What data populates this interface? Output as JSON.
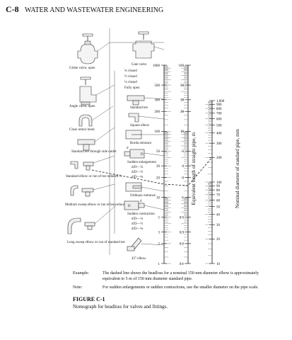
{
  "header": {
    "page": "C-8",
    "running_title": "WATER AND WASTEWATER ENGINEERING"
  },
  "fittings": [
    {
      "key": "globe",
      "label": "Globe valve, open"
    },
    {
      "key": "angle",
      "label": "Angle valve, open"
    },
    {
      "key": "close_return",
      "label": "Close return bend"
    },
    {
      "key": "std_tee_side",
      "label": "Standard tee through side outlet"
    },
    {
      "key": "std_elbow",
      "label": "Standard elbow or run of tee reduced ½"
    },
    {
      "key": "med_elbow",
      "label": "Medium sweep elbow or run of tee reduced ¼"
    },
    {
      "key": "long_elbow",
      "label": "Long sweep elbow or run of standard tee"
    }
  ],
  "right_fittings": [
    {
      "key": "gate",
      "label": "Gate valve"
    },
    {
      "key": "gate_34",
      "label": "¾ closed"
    },
    {
      "key": "gate_12",
      "label": "½ closed"
    },
    {
      "key": "gate_14",
      "label": "¼ closed"
    },
    {
      "key": "gate_open",
      "label": "Fully open"
    },
    {
      "key": "std_tee",
      "label": "Standard tee"
    },
    {
      "key": "square_elbow",
      "label": "Square elbow"
    },
    {
      "key": "borda",
      "label": "Borda entrance"
    },
    {
      "key": "enlargement",
      "label": "Sudden enlargement"
    },
    {
      "key": "enl_14",
      "label": "d/D—¼"
    },
    {
      "key": "enl_12",
      "label": "d/D—½"
    },
    {
      "key": "enl_34",
      "label": "d/D—¾"
    },
    {
      "key": "ordinary",
      "label": "Ordinary entrance"
    },
    {
      "key": "contraction",
      "label": "Sudden contraction"
    },
    {
      "key": "con_14",
      "label": "d/D—¼"
    },
    {
      "key": "con_12",
      "label": "d/D—½"
    },
    {
      "key": "con_34",
      "label": "d/D—¾"
    },
    {
      "key": "elbow45",
      "label": "45° elbow"
    }
  ],
  "scale_left": {
    "values": [
      1000,
      500,
      300,
      200,
      100,
      50,
      30,
      20,
      10,
      5,
      3,
      2,
      1
    ],
    "labels": [
      "1000",
      "500",
      "300",
      "200",
      "100",
      "50",
      "30",
      "20",
      "10",
      "5",
      "3",
      "2",
      "1"
    ]
  },
  "scale_mid": {
    "values": [
      100,
      50,
      30,
      20,
      10,
      5,
      3,
      2,
      1,
      0.5,
      0.3,
      0.2,
      0.1
    ],
    "labels": [
      "100",
      "50",
      "30",
      "20",
      "10",
      "5",
      "3",
      "2",
      "1",
      "0.5",
      "0.3",
      "0.2",
      "0.1"
    ],
    "axis_label": "Equivalent length of straight pipe, m"
  },
  "scale_right": {
    "values": [
      1000,
      900,
      800,
      700,
      600,
      500,
      400,
      300,
      200,
      100,
      90,
      80,
      70,
      60,
      50,
      40,
      30,
      20,
      10
    ],
    "labels": [
      "1,000",
      "900",
      "800",
      "700",
      "600",
      "500",
      "400",
      "300",
      "200",
      "100",
      "90",
      "80",
      "70",
      "60",
      "50",
      "40",
      "30",
      "20",
      "10"
    ],
    "axis_label": "Nominal diameter of standard pipe, mm"
  },
  "example": {
    "label": "Example:",
    "text": "The dashed line shows the headloss for a nominal 150 mm diameter elbow is approximately equivalent to 5 m of 150 mm diameter standard pipe."
  },
  "note": {
    "label": "Note:",
    "text": "For sudden enlargements or sudden contractions, use the smaller diameter on the pipe scale."
  },
  "figure": {
    "number": "FIGURE C-1",
    "caption": "Nomograph for headloss for valves and fittings."
  }
}
